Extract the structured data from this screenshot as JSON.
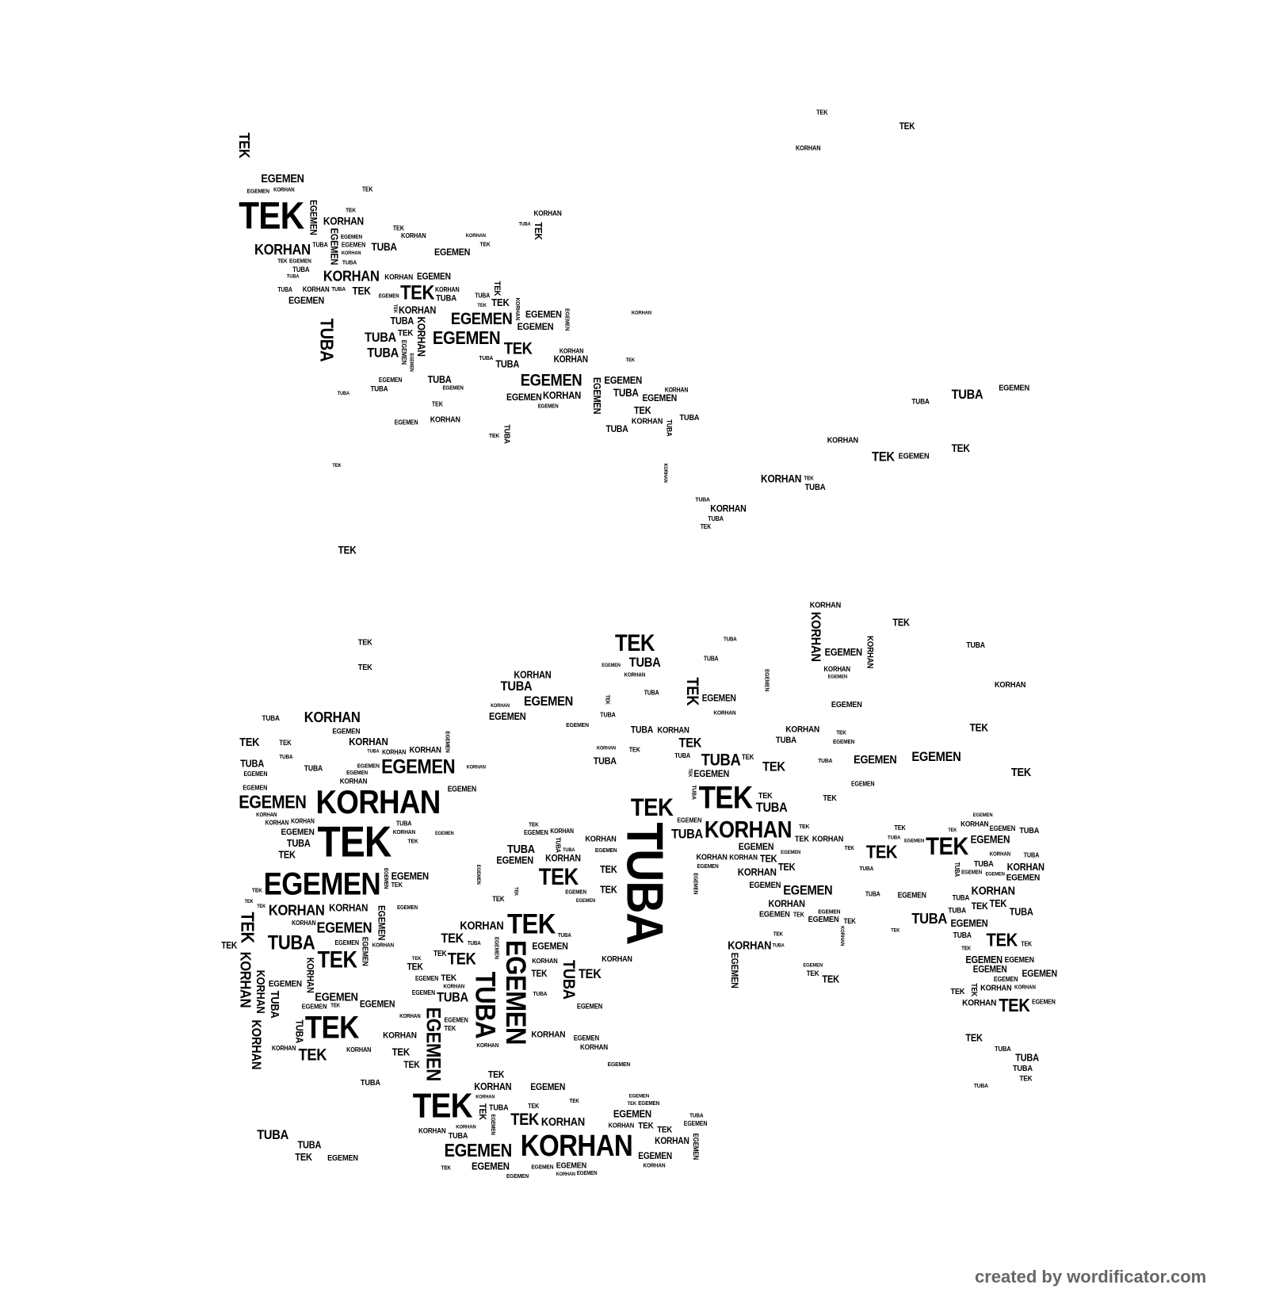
{
  "words": [
    "TEK",
    "TUBA",
    "KORHAN",
    "EGEMEN"
  ],
  "credit": "created by wordificator.com"
}
